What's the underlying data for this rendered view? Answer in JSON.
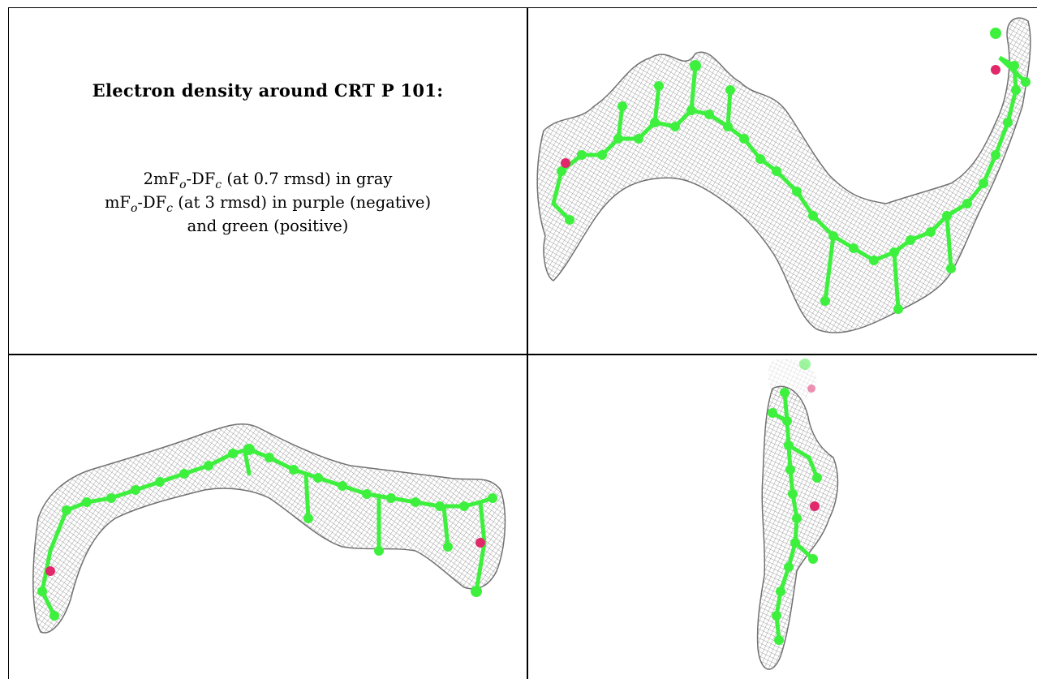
{
  "panel": {
    "heading": "Electron density around CRT P 101:",
    "legend": {
      "line1_pre": "2mF",
      "line1_sub1": "o",
      "line1_mid": "-DF",
      "line1_sub2": "c",
      "line1_post": " (at 0.7 rmsd) in gray",
      "line2_pre": "mF",
      "line2_sub1": "o",
      "line2_mid": "-DF",
      "line2_sub2": "c",
      "line2_post": " (at 3 rmsd) in purple (negative)",
      "line3": "and green (positive)"
    }
  },
  "colors": {
    "mesh": "#8a8a8a",
    "carbon": "#3ef03e",
    "oxygen": "#e0286a",
    "border": "#000000"
  },
  "views": [
    {
      "name": "view-top-right"
    },
    {
      "name": "view-bottom-left"
    },
    {
      "name": "view-bottom-right"
    }
  ]
}
